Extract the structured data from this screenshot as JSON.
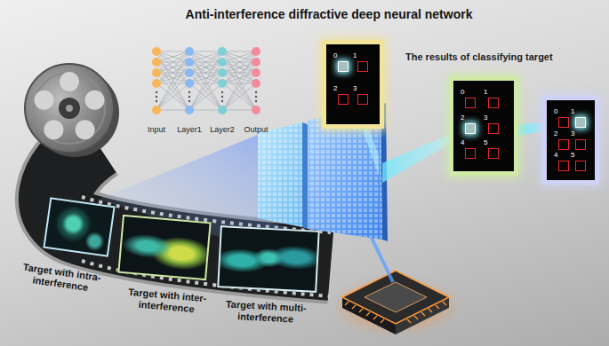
{
  "diagram": {
    "title": "Anti-interference diffractive deep neural network",
    "nodes": [
      {
        "text": [
          "Target with intra-interference"
        ]
      },
      {
        "text": [
          "Target with inter-interference"
        ]
      },
      {
        "text": [
          "Target with multi-interference"
        ]
      },
      {
        "text": [
          "0",
          "1",
          "2",
          "3"
        ]
      },
      {
        "text": [
          "0",
          "1",
          "2",
          "3",
          "4",
          "5"
        ]
      },
      {
        "text": [
          "0",
          "1",
          "2",
          "3",
          "4",
          "5"
        ]
      }
    ],
    "labels": [
      "Input",
      "Layer1",
      "Layer2",
      "Output",
      "The results of classifying target"
    ]
  }
}
